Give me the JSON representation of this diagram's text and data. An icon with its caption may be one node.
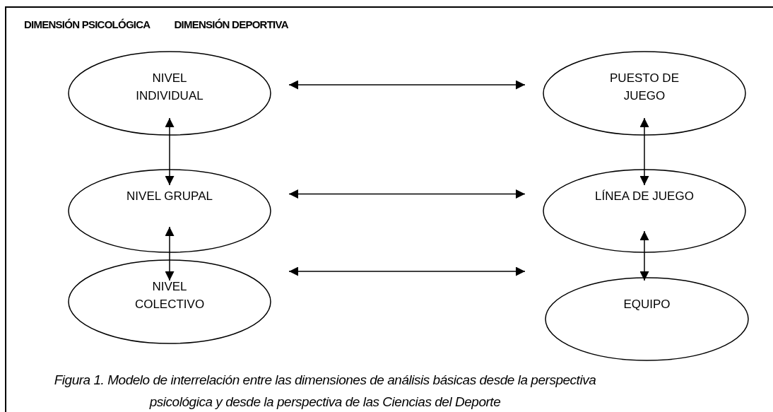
{
  "diagram": {
    "caption": "Figura 1. Modelo de interrelación entre las dimensiones de análisis básicas desde la perspectiva psicológica y desde la perspectiva de las Ciencias del Deporte",
    "nodes": [
      {
        "text": [
          "NIVEL INDIVIDUAL"
        ]
      },
      {
        "text": [
          "NIVEL GRUPAL"
        ]
      },
      {
        "text": [
          "NIVEL COLECTIVO"
        ]
      },
      {
        "text": [
          "PUESTO DE JUEGO"
        ]
      },
      {
        "text": [
          "LÍNEA DE JUEGO"
        ]
      },
      {
        "text": [
          "EQUIPO"
        ]
      }
    ],
    "edges": [
      {
        "from": 0,
        "to": 3,
        "arrow": "both"
      },
      {
        "from": 1,
        "to": 4,
        "arrow": "both"
      },
      {
        "from": 2,
        "to": 5,
        "arrow": "both"
      },
      {
        "from": 0,
        "to": 1,
        "arrow": "both"
      },
      {
        "from": 1,
        "to": 2,
        "arrow": "both"
      },
      {
        "from": 3,
        "to": 4,
        "arrow": "both"
      },
      {
        "from": 4,
        "to": 5,
        "arrow": "both"
      }
    ],
    "labels": [
      "DIMENSIÓN PSICOLÓGICA",
      "DIMENSIÓN DEPORTIVA"
    ]
  }
}
